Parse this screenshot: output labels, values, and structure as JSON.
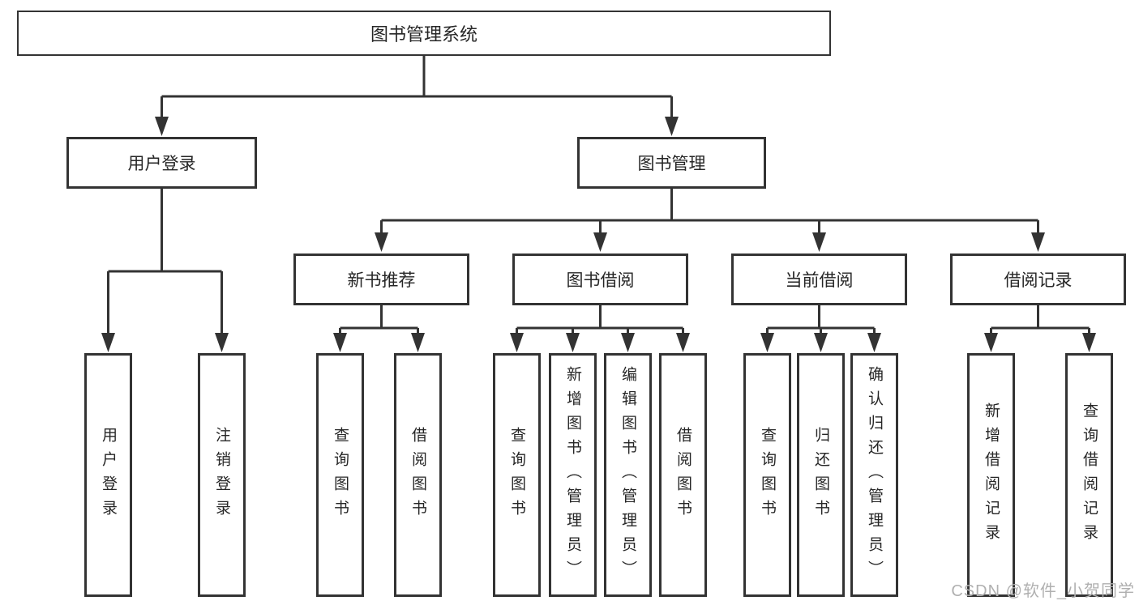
{
  "watermark": "CSDN @软件_小贺同学",
  "colors": {
    "line": "#333333",
    "text": "#262626",
    "background": "#ffffff",
    "watermark": "#b0b0b0"
  },
  "tree": {
    "label": "图书管理系统",
    "children": [
      {
        "label": "用户登录",
        "children": [
          {
            "label": "用户登录"
          },
          {
            "label": "注销登录"
          }
        ]
      },
      {
        "label": "图书管理",
        "children": [
          {
            "label": "新书推荐",
            "children": [
              {
                "label": "查询图书"
              },
              {
                "label": "借阅图书"
              }
            ]
          },
          {
            "label": "图书借阅",
            "children": [
              {
                "label": "查询图书"
              },
              {
                "label": "新增图书（管理员）"
              },
              {
                "label": "编辑图书（管理员）"
              },
              {
                "label": "借阅图书"
              }
            ]
          },
          {
            "label": "当前借阅",
            "children": [
              {
                "label": "查询图书"
              },
              {
                "label": "归还图书"
              },
              {
                "label": "确认归还（管理员）"
              }
            ]
          },
          {
            "label": "借阅记录",
            "children": [
              {
                "label": "新增借阅记录"
              },
              {
                "label": "查询借阅记录"
              }
            ]
          }
        ]
      }
    ]
  }
}
